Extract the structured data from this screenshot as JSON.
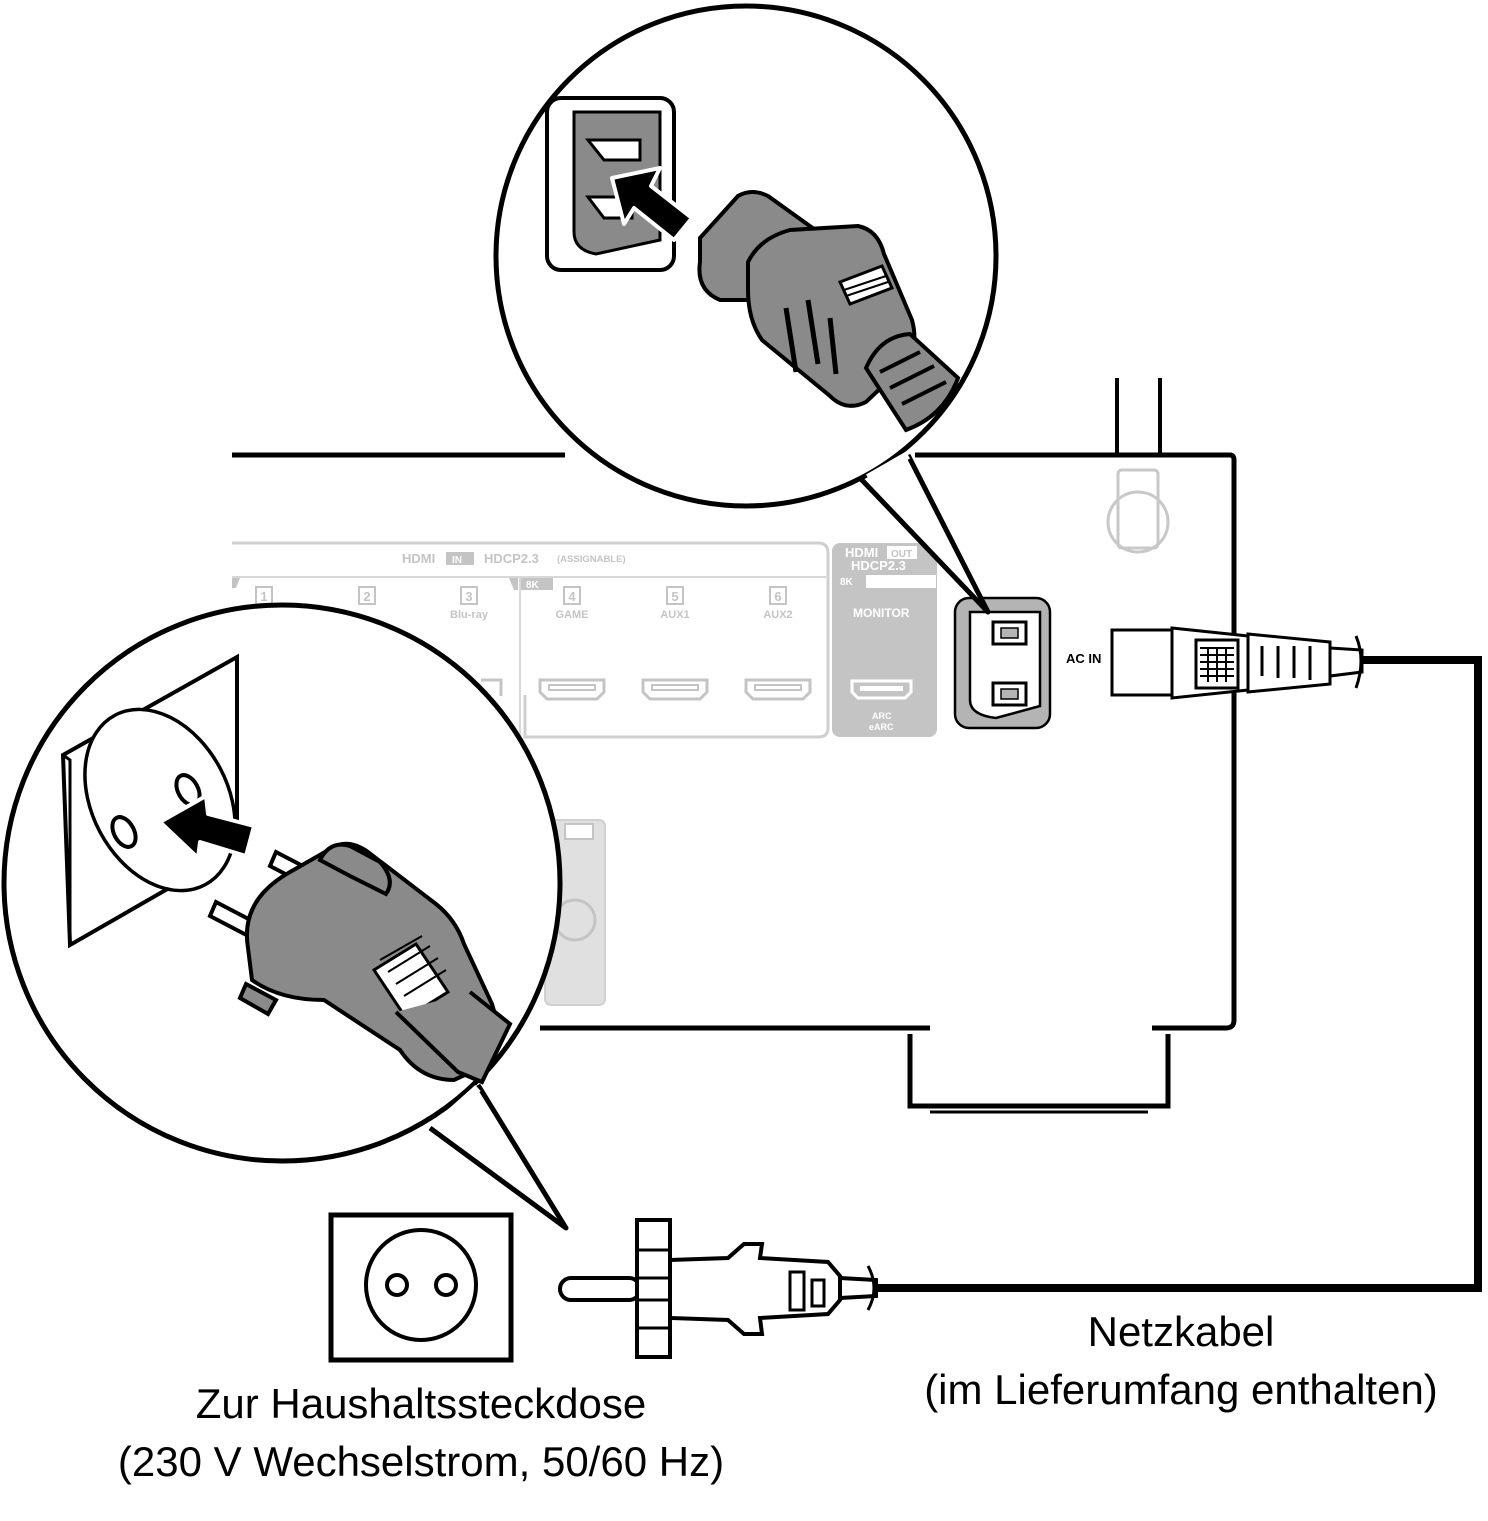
{
  "receiver": {
    "hdmi_in_label": "HDMI",
    "hdmi_in_tag": "IN",
    "hdmi_in_hdcp": "HDCP2.3",
    "hdmi_in_assign": "(ASSIGNABLE)",
    "badge_8k": "8K",
    "inputs": [
      {
        "num": "1",
        "name": ""
      },
      {
        "num": "2",
        "name": ""
      },
      {
        "num": "3",
        "name": "Blu-ray"
      },
      {
        "num": "4",
        "name": "GAME"
      },
      {
        "num": "5",
        "name": "AUX1"
      },
      {
        "num": "6",
        "name": "AUX2"
      }
    ],
    "hdmi_out_label": "HDMI",
    "hdmi_out_tag": "OUT",
    "hdmi_out_hdcp": "HDCP2.3",
    "hdmi_out_badge": "8K",
    "monitor_label": "MONITOR",
    "arc_label": "ARC",
    "earc_label": "eARC",
    "ac_in_label": "AC IN"
  },
  "captions": {
    "outlet_line1": "Zur Haushaltssteckdose",
    "outlet_line2": "(230 V Wechselstrom, 50/60 Hz)",
    "cable_line1": "Netzkabel",
    "cable_line2": "(im Lieferumfang enthalten)"
  },
  "colors": {
    "line": "#000000",
    "panel_grey": "#c4c4c4",
    "device_grey": "#8a8a8a",
    "inlet_grey": "#b4b4b4"
  }
}
